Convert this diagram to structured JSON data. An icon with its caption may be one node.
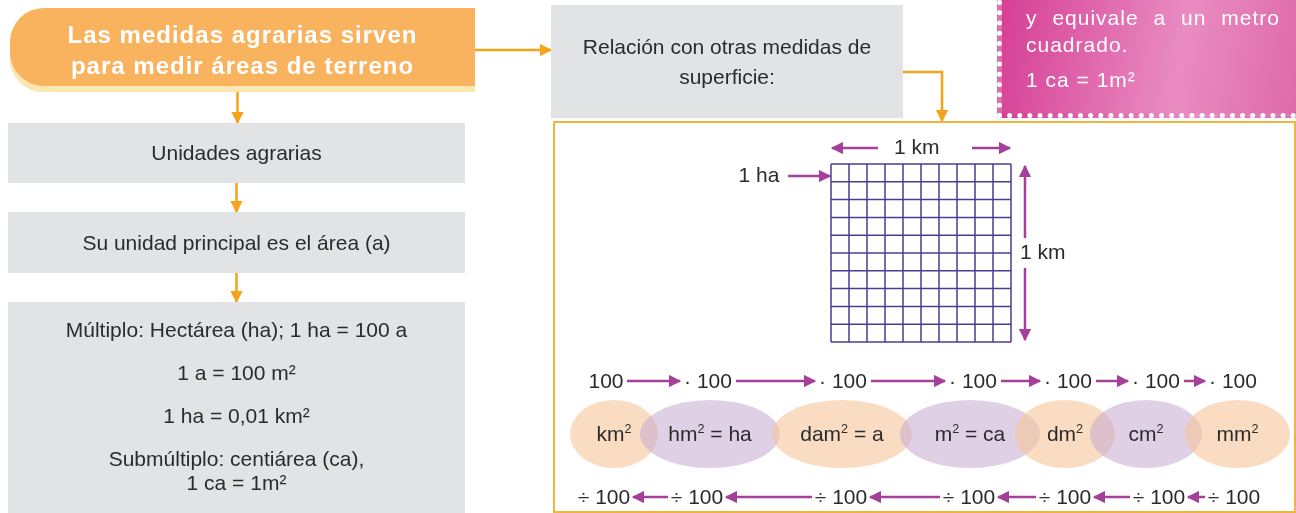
{
  "diagram": {
    "nodes": [
      {
        "text": [
          "Las medidas agrarias sirven para medir áreas de terreno"
        ]
      },
      {
        "text": [
          "Unidades agrarias"
        ]
      },
      {
        "text": [
          "Su unidad principal es el área (a)"
        ]
      },
      {
        "text": [
          "Múltiplo: Hectárea (ha); 1 ha = 100 a",
          "1 a = 100 m²",
          "1 ha = 0,01 km²",
          "Submúltiplo: centiárea (ca), 1 ca = 1m²"
        ]
      },
      {
        "text": [
          "Relación con otras medidas de superficie:"
        ]
      },
      {
        "text": [
          "y equivale a un metro cuadrado.",
          "1 ca = 1m²"
        ]
      },
      {
        "text": [],
        "shape": "box"
      },
      {
        "text": [
          "1 ha"
        ],
        "in": 6
      },
      {
        "text": [],
        "shape": "picture",
        "in": 6
      },
      {
        "text": [
          "100"
        ],
        "in": 6
      },
      {
        "text": [
          "· 100"
        ],
        "in": 6
      },
      {
        "text": [
          "· 100"
        ],
        "in": 6
      },
      {
        "text": [
          "· 100"
        ],
        "in": 6
      },
      {
        "text": [
          "· 100"
        ],
        "in": 6
      },
      {
        "text": [
          "· 100"
        ],
        "in": 6
      },
      {
        "text": [
          "· 100"
        ],
        "in": 6
      },
      {
        "text": [
          "km$^{2}$"
        ],
        "in": 6
      },
      {
        "text": [
          "hm$^{2}$ = ha"
        ],
        "in": 6
      },
      {
        "text": [
          "dam$^{2}$ = a"
        ],
        "in": 6
      },
      {
        "text": [
          "m$^{2}$ = ca"
        ],
        "in": 6
      },
      {
        "text": [
          "dm$^{2}$"
        ],
        "in": 6
      },
      {
        "text": [
          "cm$^{2}$"
        ],
        "in": 6
      },
      {
        "text": [
          "mm$^{2}$"
        ],
        "in": 6
      },
      {
        "text": [
          "÷ 100"
        ],
        "in": 6
      },
      {
        "text": [
          "÷ 100"
        ],
        "in": 6
      },
      {
        "text": [
          "÷ 100"
        ],
        "in": 6
      },
      {
        "text": [
          "÷ 100"
        ],
        "in": 6
      },
      {
        "text": [
          "÷ 100"
        ],
        "in": 6
      },
      {
        "text": [
          "÷ 100"
        ],
        "in": 6
      },
      {
        "text": [
          "÷ 100"
        ],
        "in": 6
      }
    ],
    "edges": [
      {
        "from": 0,
        "to": 1,
        "arrow": "to",
        "color": "#f5a31a"
      },
      {
        "from": 1,
        "to": 2,
        "arrow": "to",
        "color": "#f5a31a"
      },
      {
        "from": 2,
        "to": 3,
        "arrow": "to",
        "color": "#f5a31a"
      },
      {
        "from": 0,
        "to": 4,
        "arrow": "to",
        "color": "#f5a31a"
      },
      {
        "from": 4,
        "to": 6,
        "arrow": "to",
        "color": "#f5a31a"
      },
      {
        "from": 7,
        "to": 8,
        "arrow": "to"
      },
      {
        "from": 9,
        "to": 10,
        "arrow": "to"
      },
      {
        "from": 10,
        "to": 11,
        "arrow": "to"
      },
      {
        "from": 11,
        "to": 12,
        "arrow": "to"
      },
      {
        "from": 12,
        "to": 13,
        "arrow": "to"
      },
      {
        "from": 13,
        "to": 14,
        "arrow": "to"
      },
      {
        "from": 14,
        "to": 15,
        "arrow": "to"
      },
      {
        "from": 24,
        "to": 23,
        "arrow": "to"
      },
      {
        "from": 25,
        "to": 24,
        "arrow": "to"
      },
      {
        "from": 26,
        "to": 25,
        "arrow": "to"
      },
      {
        "from": 27,
        "to": 26,
        "arrow": "to"
      },
      {
        "from": 28,
        "to": 27,
        "arrow": "to"
      },
      {
        "from": 29,
        "to": 28,
        "arrow": "to"
      }
    ],
    "labels": [
      "1 km",
      "1 km"
    ]
  }
}
